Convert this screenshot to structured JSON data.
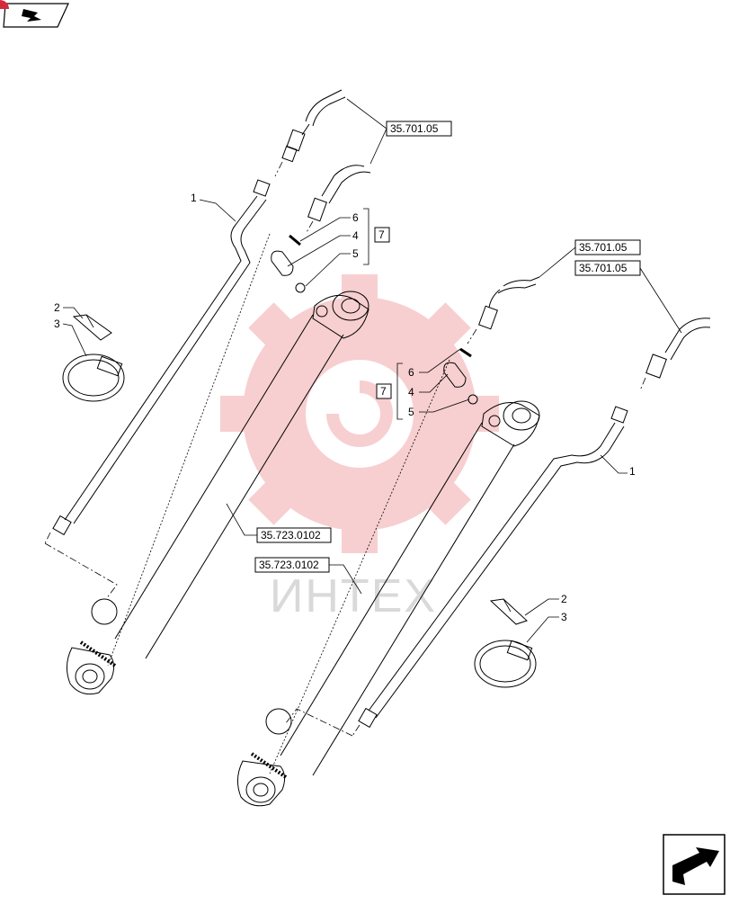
{
  "watermark": {
    "text": "ИНТЕХ",
    "gear_color": "#f2a9ab"
  },
  "header_icon": {
    "name": "page-turn-arrow-icon"
  },
  "footer_icon": {
    "name": "next-page-arrow-icon"
  },
  "refs": {
    "ref_a1": "35.701.05",
    "ref_a2": "35.701.05",
    "ref_a3": "35.701.05",
    "ref_c1": "35.723.0102",
    "ref_c2": "35.723.0102"
  },
  "callouts": {
    "left_tube": "1",
    "right_tube": "1",
    "left_clip": "2",
    "left_clamp": "3",
    "right_clip": "2",
    "right_clamp": "3",
    "left_kit_6": "6",
    "left_kit_4": "4",
    "left_kit_5": "5",
    "left_kit_box": "7",
    "right_kit_6": "6",
    "right_kit_4": "4",
    "right_kit_5": "5",
    "right_kit_box": "7"
  }
}
